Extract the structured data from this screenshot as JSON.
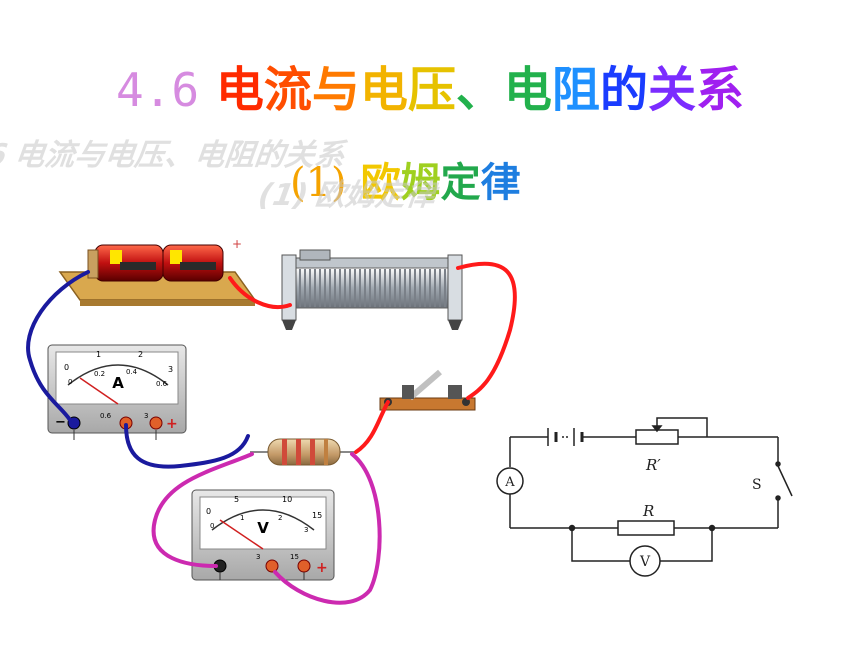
{
  "title": {
    "number": "4.6",
    "chars": [
      "电",
      "流",
      "与",
      "电",
      "压",
      "、",
      "电",
      "阻",
      "的",
      "关",
      "系"
    ]
  },
  "subtitle": {
    "number": "(1)",
    "chars": [
      "欧",
      "姆",
      "定",
      "律"
    ]
  },
  "ammeter": {
    "letter": "A",
    "scale_top": [
      "0",
      "1",
      "2",
      "3"
    ],
    "scale_bottom": [
      "0",
      "0.2",
      "0.4",
      "0.6"
    ],
    "terminals": [
      "−",
      "0.6",
      "3",
      "+"
    ]
  },
  "voltmeter": {
    "letter": "V",
    "scale_top": [
      "0",
      "5",
      "10",
      "15"
    ],
    "scale_bottom": [
      "0",
      "1",
      "2",
      "3"
    ],
    "terminals": [
      "−",
      "3",
      "15",
      "+"
    ]
  },
  "schematic": {
    "ammeter_label": "A",
    "voltmeter_label": "V",
    "rheostat_label": "R′",
    "resistor_label": "R",
    "switch_label": "S"
  },
  "colors": {
    "wire_red": "#ff1a1a",
    "wire_blue": "#1a1a9e",
    "wire_magenta": "#cc2ab0",
    "board": "#d9a84e"
  }
}
